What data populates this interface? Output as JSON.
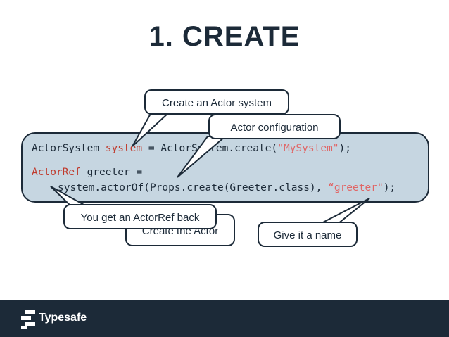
{
  "slide": {
    "title": "1. CREATE",
    "colors": {
      "title": "#1c2a38",
      "code_box_fill": "#c6d6e1",
      "code_text": "#1c2a38",
      "code_keyword": "#c0392b",
      "code_string": "#e06666",
      "footer": "#1c2a38",
      "footer_text": "#ffffff"
    }
  },
  "code": {
    "line1_type": "ActorSystem",
    "line1_var": "system",
    "line1_rest": " = ActorSystem.create(",
    "line1_str": "\"MySystem\"",
    "line1_end": ");",
    "line2_type": "ActorRef",
    "line2_rest": " greeter =",
    "line3_code": "system.actorOf(Props.create(Greeter.class), ",
    "line3_str": "“greeter\"",
    "line3_end": ");"
  },
  "callouts": {
    "actor_system": "Create an Actor system",
    "actor_config": "Actor configuration",
    "create_actor": "Create the Actor",
    "actor_ref": "You get an ActorRef back",
    "give_name": "Give it a name"
  },
  "footer": {
    "brand": "Typesafe",
    "logo_icon": "typesafe-logo-icon"
  }
}
